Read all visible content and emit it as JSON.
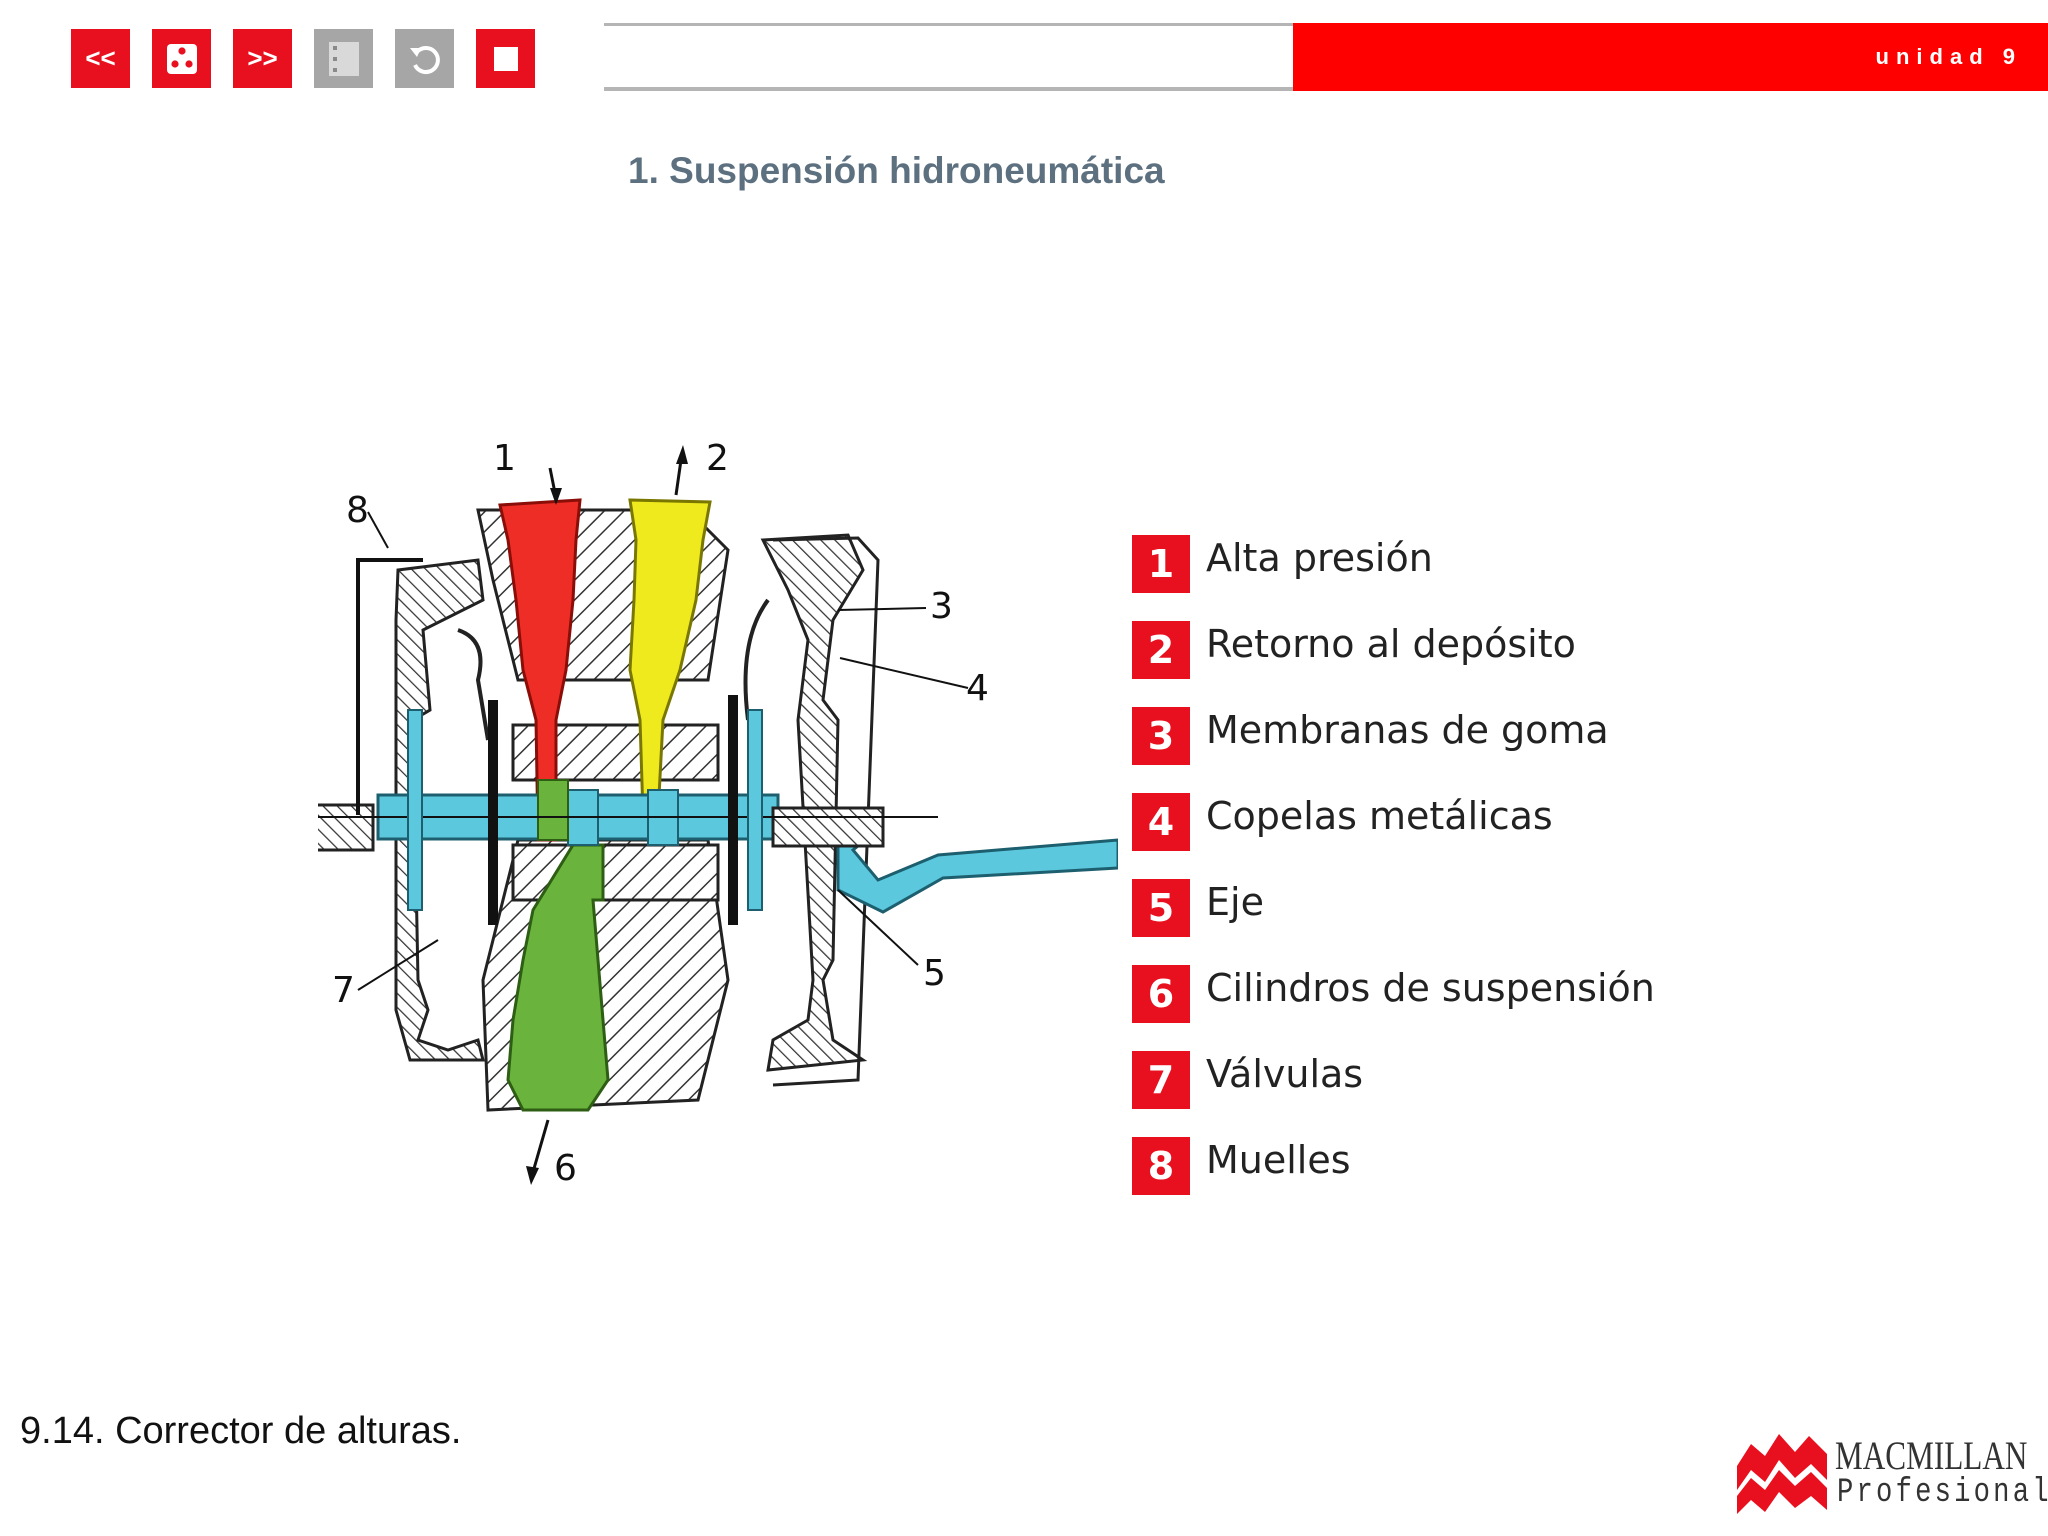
{
  "nav": {
    "prev_label": "<<",
    "index_label": "index",
    "next_label": ">>",
    "list_label": "list",
    "back_label": "back",
    "stop_label": "stop",
    "colors": {
      "active": "#e8101f",
      "inactive": "#a6a6a6"
    }
  },
  "header": {
    "unit_label": "unidad 9",
    "accent_color": "#ff0000"
  },
  "slide": {
    "title": "1. Suspensión hidroneumática"
  },
  "diagram": {
    "callouts": [
      "1",
      "2",
      "3",
      "4",
      "5",
      "6",
      "7",
      "8"
    ],
    "colors": {
      "high_pressure": "#ee2d26",
      "return": "#eeea1e",
      "axis": "#5bc8de",
      "suspension": "#6ab43e"
    }
  },
  "legend": [
    {
      "num": "1",
      "text": "Alta presión"
    },
    {
      "num": "2",
      "text": "Retorno al depósito"
    },
    {
      "num": "3",
      "text": "Membranas de goma"
    },
    {
      "num": "4",
      "text": "Copelas metálicas"
    },
    {
      "num": "5",
      "text": "Eje"
    },
    {
      "num": "6",
      "text": "Cilindros de suspensión"
    },
    {
      "num": "7",
      "text": "Válvulas"
    },
    {
      "num": "8",
      "text": "Muelles"
    }
  ],
  "caption": "9.14. Corrector de alturas.",
  "logo": {
    "brand": "MACMILLAN",
    "sub": "Profesional"
  }
}
